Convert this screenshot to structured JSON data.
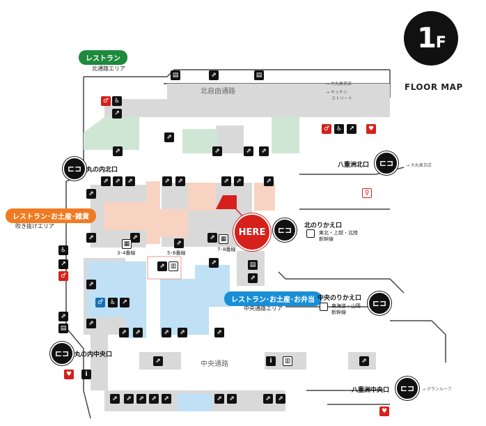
{
  "floor": {
    "number": "1",
    "suffix": "F",
    "caption": "FLOOR MAP"
  },
  "here_label": "HERE",
  "categories": [
    {
      "text": "レストラン",
      "area": "北通路エリア",
      "color": "#1e8a3c"
    },
    {
      "text": "レストラン･お土産･雑貨",
      "area": "吹き抜けエリア",
      "color": "#f07b22"
    },
    {
      "text": "レストラン･お土産･お弁当",
      "area": "中央通路エリア",
      "color": "#1a8fd6"
    }
  ],
  "corridors": {
    "north": "北自由通路",
    "central": "中央通路"
  },
  "exits": {
    "marunouchi_north": "丸の内北口",
    "marunouchi_central": "丸の内中央口",
    "yaesu_north": "八重洲北口",
    "yaesu_central": "八重洲中央口"
  },
  "transfers": {
    "north": {
      "name": "北のりかえ口",
      "lines": [
        "東北・上越・北陸",
        "新幹線"
      ]
    },
    "central": {
      "name": "中央のりかえ口",
      "lines": [
        "東海道・山陽",
        "新幹線"
      ]
    }
  },
  "destinations": {
    "top_right_1": "→ 大丸東京店",
    "top_right_2": "→ キッチン",
    "top_right_3": "ストリート",
    "yaesu_north": "→ 大丸東京店",
    "yaesu_central": "→ グランルーフ"
  },
  "tracks": {
    "t34": "3･4番線",
    "t56": "5･6番線",
    "t78": "7･8番線"
  },
  "icons": [
    "elevator-icon",
    "escalator-icon",
    "stairs-icon",
    "restroom-icon",
    "wheelchair-icon",
    "aed-icon",
    "info-icon",
    "locker-icon"
  ],
  "colors": {
    "restaurant": "#cfe6d4",
    "souvenir": "#f8d3c2",
    "bento": "#bfe0f5",
    "building": "#d9d9d9",
    "here": "#d6201b"
  }
}
